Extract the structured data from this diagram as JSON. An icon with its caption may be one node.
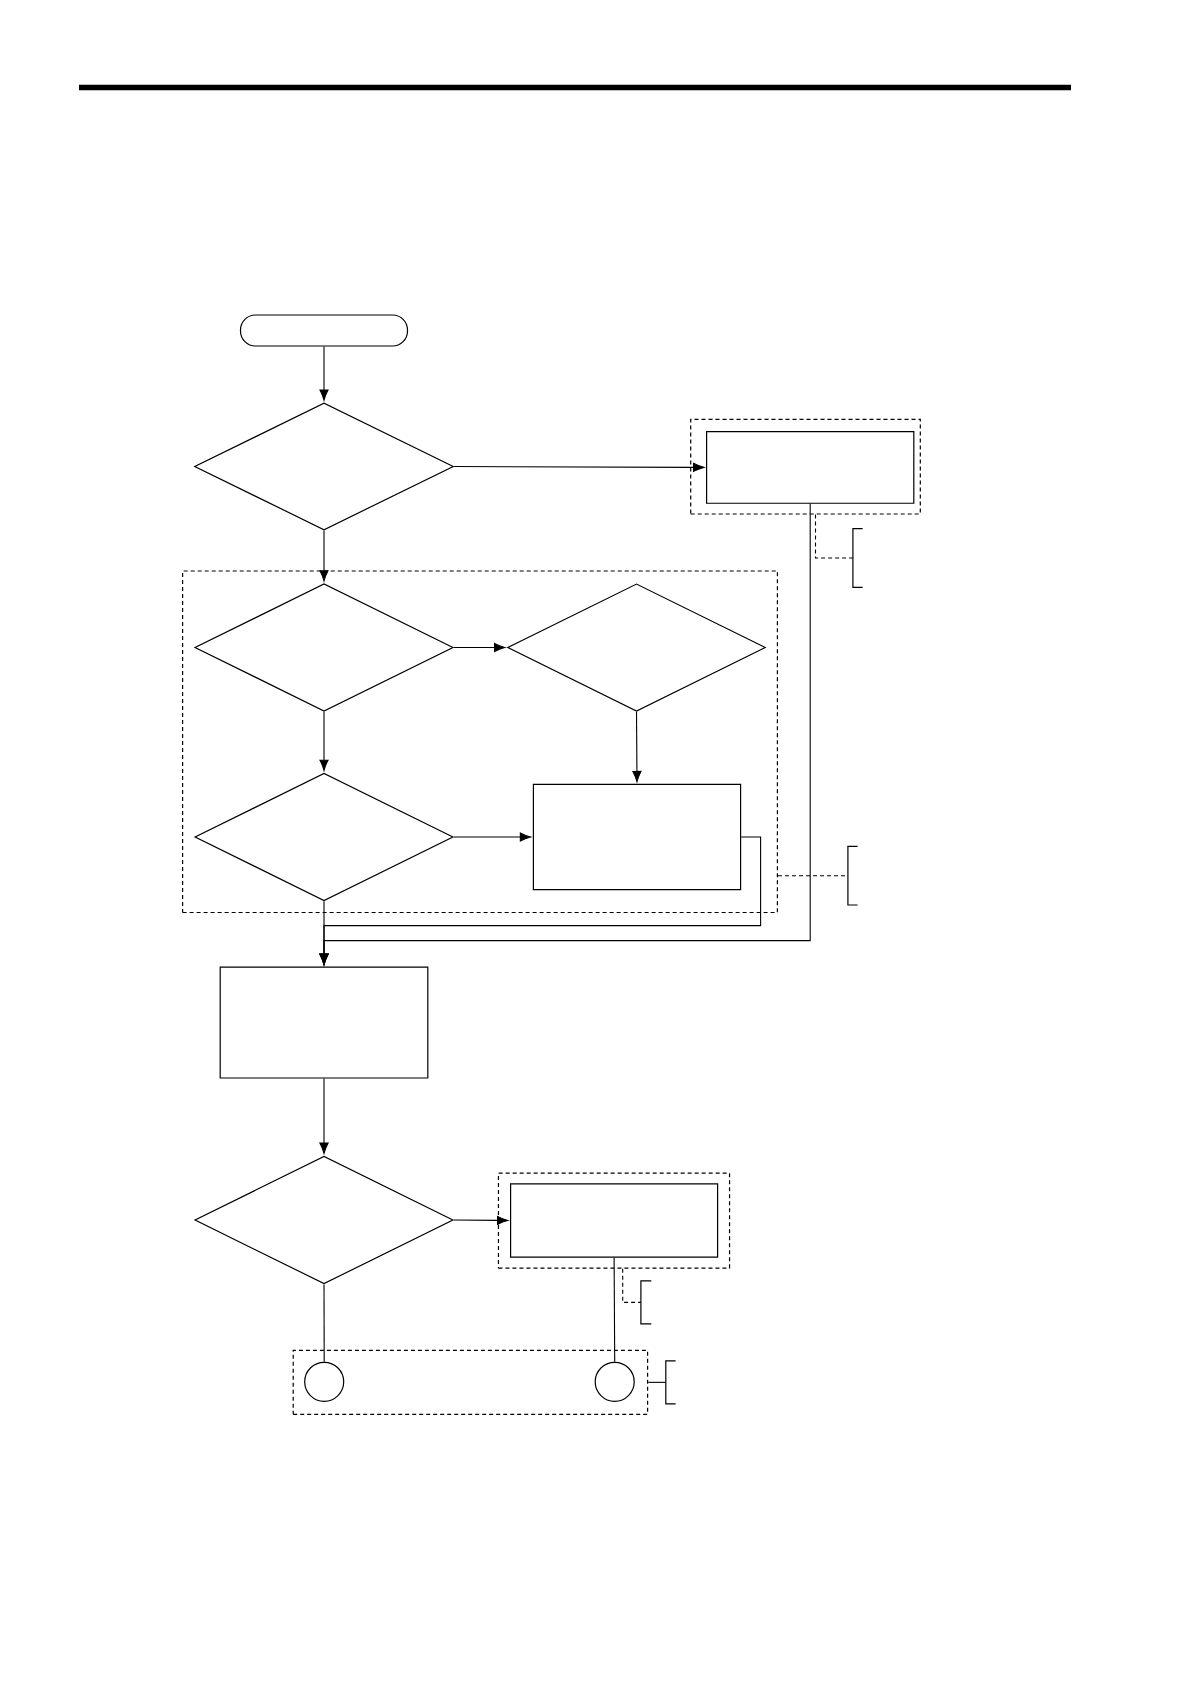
{
  "diagram": {
    "nodes": [
      {
        "text": [],
        "shape": "oval"
      },
      {
        "text": [],
        "shape": "diamond"
      },
      {
        "text": [],
        "shape": "box"
      },
      {
        "text": [],
        "shape": "box",
        "in": 2
      },
      {
        "text": [],
        "shape": "bracket"
      },
      {
        "text": [],
        "shape": "box"
      },
      {
        "text": [],
        "shape": "diamond",
        "in": 5
      },
      {
        "text": [],
        "shape": "diamond",
        "in": 5
      },
      {
        "text": [],
        "shape": "diamond",
        "in": 5
      },
      {
        "text": [],
        "shape": "box",
        "in": 5
      },
      {
        "text": [],
        "shape": "bracket"
      },
      {
        "text": [],
        "shape": "box"
      },
      {
        "text": [],
        "shape": "diamond"
      },
      {
        "text": [],
        "shape": "box"
      },
      {
        "text": [],
        "shape": "box",
        "in": 13
      },
      {
        "text": [],
        "shape": "bracket"
      },
      {
        "text": [],
        "shape": "box"
      },
      {
        "text": [],
        "shape": "circle",
        "in": 16
      },
      {
        "text": [],
        "shape": "circle",
        "in": 16
      },
      {
        "text": [],
        "shape": "bracket"
      }
    ],
    "edges": [
      {
        "from": 0,
        "to": 1,
        "arrow": "to"
      },
      {
        "from": 1,
        "to": 3,
        "arrow": "to"
      },
      {
        "from": 1,
        "to": 6,
        "arrow": "to"
      },
      {
        "from": 6,
        "to": 7,
        "arrow": "to"
      },
      {
        "from": 6,
        "to": 8,
        "arrow": "to"
      },
      {
        "from": 7,
        "to": 9,
        "arrow": "to"
      },
      {
        "from": 8,
        "to": 9,
        "arrow": "to"
      },
      {
        "from": 8,
        "to": 11,
        "arrow": "to"
      },
      {
        "from": 9,
        "to": 11,
        "arrow": "to"
      },
      {
        "from": 3,
        "to": 11,
        "arrow": "to"
      },
      {
        "from": 11,
        "to": 12,
        "arrow": "to"
      },
      {
        "from": 12,
        "to": 14,
        "arrow": "to"
      },
      {
        "from": 12,
        "to": 17,
        "arrow": "none"
      },
      {
        "from": 14,
        "to": 18,
        "arrow": "none"
      },
      {
        "from": 2,
        "to": 4,
        "arrow": "none",
        "style": "dashed"
      },
      {
        "from": 5,
        "to": 10,
        "arrow": "none",
        "style": "dashed"
      },
      {
        "from": 13,
        "to": 15,
        "arrow": "none",
        "style": "dashed"
      },
      {
        "from": 16,
        "to": 19,
        "arrow": "none"
      }
    ]
  }
}
